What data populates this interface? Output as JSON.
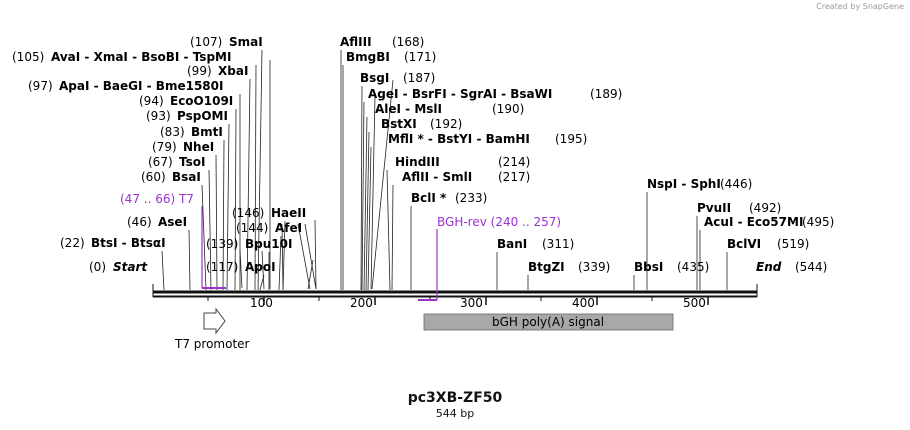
{
  "credit": "Created by SnapGene",
  "title": "pc3XB-ZF50",
  "length_label": "544 bp",
  "sequence_length": 544,
  "ticks": [
    "100",
    "200",
    "300",
    "400",
    "500"
  ],
  "sites": [
    {
      "pos": "(0)",
      "name": "Start",
      "style": "italic"
    },
    {
      "pos": "(22)",
      "name": "BtsI - BtsαI"
    },
    {
      "pos": "(46)",
      "name": "AseI"
    },
    {
      "pos": "(60)",
      "name": "BsaI"
    },
    {
      "pos": "(67)",
      "name": "TsoI"
    },
    {
      "pos": "(79)",
      "name": "NheI"
    },
    {
      "pos": "(83)",
      "name": "BmtI"
    },
    {
      "pos": "(93)",
      "name": "PspOMI"
    },
    {
      "pos": "(94)",
      "name": "EcoO109I"
    },
    {
      "pos": "(97)",
      "name": "ApaI - BaeGI - Bme1580I"
    },
    {
      "pos": "(99)",
      "name": "XbaI"
    },
    {
      "pos": "(105)",
      "name": "AvaI - XmaI - BsoBI - TspMI"
    },
    {
      "pos": "(107)",
      "name": "SmaI"
    },
    {
      "pos": "(117)",
      "name": "ApoI"
    },
    {
      "pos": "(139)",
      "name": "Bpu10I"
    },
    {
      "pos": "(144)",
      "name": "AfeI"
    },
    {
      "pos": "(146)",
      "name": "HaeII"
    },
    {
      "pos": "(168)",
      "name": "AflIII"
    },
    {
      "pos": "(171)",
      "name": "BmgBI"
    },
    {
      "pos": "(187)",
      "name": "BsgI"
    },
    {
      "pos": "(189)",
      "name": "AgeI - BsrFI - SgrAI - BsaWI"
    },
    {
      "pos": "(190)",
      "name": "AleI - MslI"
    },
    {
      "pos": "(192)",
      "name": "BstXI"
    },
    {
      "pos": "(195)",
      "name": "MflI * - BstYI - BamHI"
    },
    {
      "pos": "(214)",
      "name": "HindIII"
    },
    {
      "pos": "(217)",
      "name": "AflII - SmlI"
    },
    {
      "pos": "(233)",
      "name": "BclI *"
    },
    {
      "pos": "(311)",
      "name": "BanI"
    },
    {
      "pos": "(339)",
      "name": "BtgZI"
    },
    {
      "pos": "(435)",
      "name": "BbsI"
    },
    {
      "pos": "(446)",
      "name": "NspI - SphI"
    },
    {
      "pos": "(492)",
      "name": "PvuII"
    },
    {
      "pos": "(495)",
      "name": "AcuI - Eco57MI"
    },
    {
      "pos": "(519)",
      "name": "BclVI"
    },
    {
      "pos": "(544)",
      "name": "End",
      "style": "italic"
    }
  ],
  "primers": [
    {
      "name": "T7",
      "range": "(47 .. 66)"
    },
    {
      "name": "BGH-rev",
      "range": "(240 .. 257)"
    }
  ],
  "features": [
    {
      "name": "T7 promoter"
    },
    {
      "name": "bGH poly(A) signal"
    }
  ],
  "colors": {
    "primer": "#9933cc",
    "feature": "#a8a8a8",
    "backbone": "#111111"
  }
}
